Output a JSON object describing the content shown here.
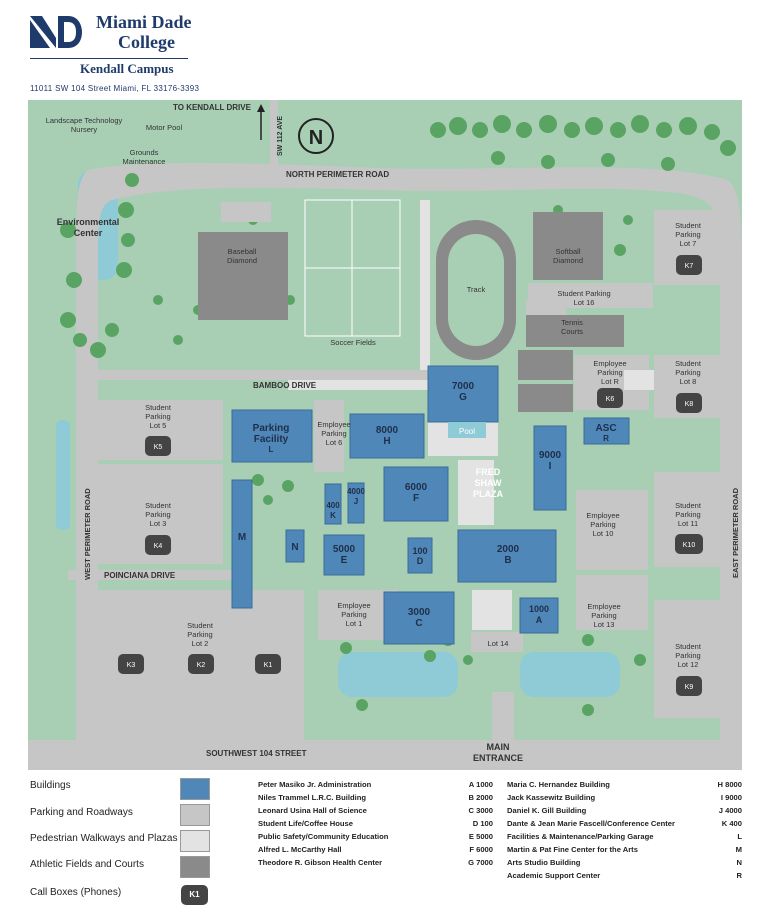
{
  "header": {
    "logo_line1": "Miami Dade",
    "logo_line2": "College",
    "campus": "Kendall Campus",
    "address": "11011 SW 104 Street Miami, FL 33176-3393"
  },
  "colors": {
    "background": "#a8cfb4",
    "building": "#4f87b8",
    "parking": "#c6c6c6",
    "walkway": "#e3e3e3",
    "athletic": "#8a8a8a",
    "water": "#8ecbd6",
    "tree": "#5aa463",
    "callbox": "#444444"
  },
  "map": {
    "north_symbol": "N",
    "roads": {
      "to_kendall": "TO KENDALL DRIVE",
      "sw112": "SW 112 AVE",
      "north_perimeter": "NORTH PERIMETER ROAD",
      "bamboo": "BAMBOO DRIVE",
      "west_perimeter": "WEST PERIMETER ROAD",
      "east_perimeter": "EAST PERIMETER ROAD",
      "poinciana": "POINCIANA DRIVE",
      "sw104": "SOUTHWEST 104 STREET",
      "main_entrance_1": "MAIN",
      "main_entrance_2": "ENTRANCE"
    },
    "areas": {
      "landscape_1": "Landscape Technology",
      "landscape_2": "Nursery",
      "motor_pool": "Motor Pool",
      "grounds_1": "Grounds",
      "grounds_2": "Maintenance",
      "env_1": "Environmental",
      "env_2": "Center",
      "baseball_1": "Baseball",
      "baseball_2": "Diamond",
      "soccer": "Soccer Fields",
      "track": "Track",
      "softball_1": "Softball",
      "softball_2": "Diamond",
      "tennis_1": "Tennis",
      "tennis_2": "Courts",
      "pool": "Pool",
      "plaza_1": "FRED",
      "plaza_2": "SHAW",
      "plaza_3": "PLAZA"
    },
    "lots": {
      "lot7": [
        "Student",
        "Parking",
        "Lot 7"
      ],
      "lot16": [
        "Student Parking",
        "Lot 16"
      ],
      "lotR": [
        "Employee",
        "Parking",
        "Lot R"
      ],
      "lot8": [
        "Student",
        "Parking",
        "Lot 8"
      ],
      "lot6": [
        "Employee",
        "Parking",
        "Lot 6"
      ],
      "lot5": [
        "Student",
        "Parking",
        "Lot 5"
      ],
      "lot3": [
        "Student",
        "Parking",
        "Lot 3"
      ],
      "lot2": [
        "Student",
        "Parking",
        "Lot 2"
      ],
      "lot1": [
        "Employee",
        "Parking",
        "Lot 1"
      ],
      "lot10": [
        "Employee",
        "Parking",
        "Lot 10"
      ],
      "lot11": [
        "Student",
        "Parking",
        "Lot 11"
      ],
      "lot13": [
        "Employee",
        "Parking",
        "Lot 13"
      ],
      "lot14": [
        "Lot 14"
      ],
      "lot12": [
        "Student",
        "Parking",
        "Lot 12"
      ]
    },
    "buildings": {
      "g": [
        "7000",
        "G"
      ],
      "parking_l": [
        "Parking",
        "Facility",
        "L"
      ],
      "h": [
        "8000",
        "H"
      ],
      "asc": [
        "ASC",
        "R"
      ],
      "i": [
        "9000",
        "I"
      ],
      "f": [
        "6000",
        "F"
      ],
      "j": [
        "4000",
        "J"
      ],
      "k": [
        "400",
        "K"
      ],
      "m": [
        "M"
      ],
      "n": [
        "N"
      ],
      "e": [
        "5000",
        "E"
      ],
      "d": [
        "100",
        "D"
      ],
      "b": [
        "2000",
        "B"
      ],
      "c": [
        "3000",
        "C"
      ],
      "a": [
        "1000",
        "A"
      ]
    },
    "call_boxes": {
      "k1": "K1",
      "k2": "K2",
      "k3": "K3",
      "k4": "K4",
      "k5": "K5",
      "k6": "K6",
      "k7": "K7",
      "k8": "K8",
      "k9": "K9",
      "k10": "K10"
    }
  },
  "legend": {
    "keys": [
      "Buildings",
      "Parking and Roadways",
      "Pedestrian Walkways and Plazas",
      "Athletic Fields and Courts",
      "Call Boxes (Phones)"
    ],
    "callbox_sample": "K1",
    "buildings_left": [
      {
        "name": "Peter Masiko Jr. Administration",
        "code": "A 1000"
      },
      {
        "name": "Niles Trammel L.R.C. Building",
        "code": "B 2000"
      },
      {
        "name": "Leonard Usina Hall of Science",
        "code": "C 3000"
      },
      {
        "name": "Student Life/Coffee House",
        "code": "D 100"
      },
      {
        "name": "Public Safety/Community Education",
        "code": "E 5000"
      },
      {
        "name": "Alfred L. McCarthy Hall",
        "code": "F 6000"
      },
      {
        "name": "Theodore R. Gibson Health Center",
        "code": "G 7000"
      }
    ],
    "buildings_right": [
      {
        "name": "Maria C. Hernandez Building",
        "code": "H 8000"
      },
      {
        "name": "Jack Kassewitz Building",
        "code": "I 9000"
      },
      {
        "name": "Daniel K. Gill Building",
        "code": "J 4000"
      },
      {
        "name": "Dante & Jean Marie Fascell/Conference Center",
        "code": "K 400"
      },
      {
        "name": "Facilities & Maintenance/Parking Garage",
        "code": "L"
      },
      {
        "name": "Martin & Pat Fine Center for the Arts",
        "code": "M"
      },
      {
        "name": "Arts Studio Building",
        "code": "N"
      },
      {
        "name": "Academic Support Center",
        "code": "R"
      }
    ]
  }
}
